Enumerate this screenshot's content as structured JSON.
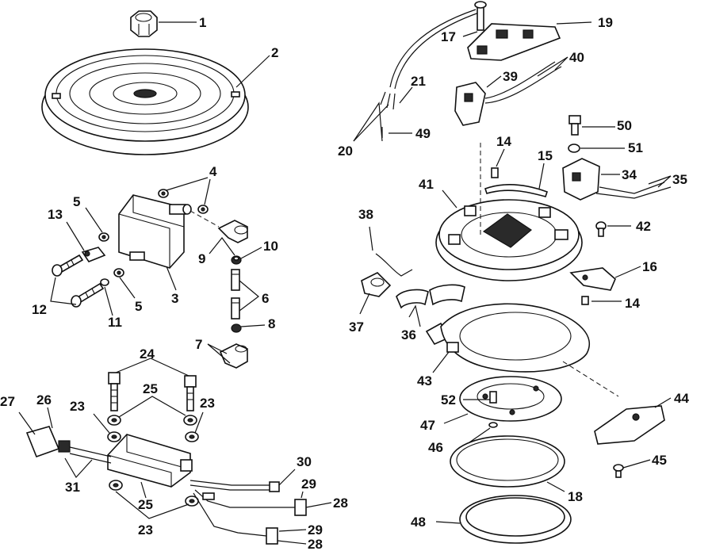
{
  "callouts": [
    "1",
    "2",
    "3",
    "4",
    "5",
    "6",
    "7",
    "8",
    "9",
    "10",
    "11",
    "12",
    "13",
    "14",
    "15",
    "16",
    "17",
    "18",
    "19",
    "20",
    "21",
    "23",
    "24",
    "25",
    "26",
    "27",
    "28",
    "29",
    "30",
    "31",
    "34",
    "35",
    "36",
    "37",
    "38",
    "39",
    "40",
    "41",
    "42",
    "43",
    "44",
    "45",
    "46",
    "47",
    "48",
    "49",
    "50",
    "51",
    "52"
  ],
  "labels": {
    "l1": "1",
    "l2": "2",
    "l4": "4",
    "l5a": "5",
    "l13": "13",
    "l10": "10",
    "l9": "9",
    "l3": "3",
    "l5b": "5",
    "l12": "12",
    "l11": "11",
    "l6": "6",
    "l7": "7",
    "l8": "8",
    "l24": "24",
    "l25a": "25",
    "l27": "27",
    "l26": "26",
    "l23a": "23",
    "l23b": "23",
    "l31": "31",
    "l25b": "25",
    "l23c": "23",
    "l30": "30",
    "l29a": "29",
    "l28a": "28",
    "l29b": "29",
    "l28b": "28",
    "l17": "17",
    "l19": "19",
    "l40": "40",
    "l21": "21",
    "l39": "39",
    "l20": "20",
    "l49": "49",
    "l50": "50",
    "l51": "51",
    "l14a": "14",
    "l15": "15",
    "l34": "34",
    "l35": "35",
    "l41": "41",
    "l38": "38",
    "l42": "42",
    "l16": "16",
    "l14b": "14",
    "l37": "37",
    "l36": "36",
    "l43": "43",
    "l44": "44",
    "l52": "52",
    "l47": "47",
    "l46": "46",
    "l45": "45",
    "l18": "18",
    "l48": "48"
  }
}
